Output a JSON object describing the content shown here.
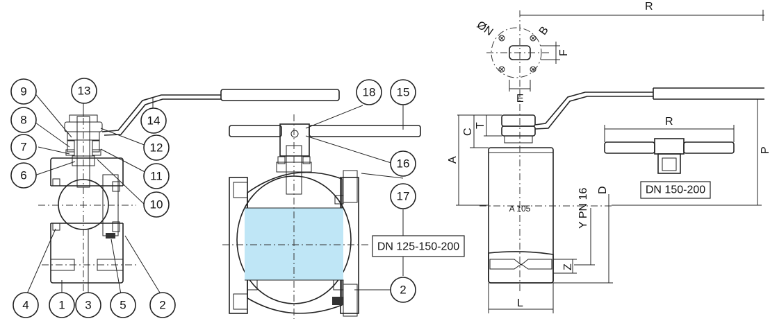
{
  "colors": {
    "body": "#3fc495",
    "ball": "#bfe6f6",
    "stem": "#f3bfd3",
    "packing": "#f2e23c",
    "seal": "#f39a1f",
    "grey": "#9a9a9a",
    "blue": "#2f6fd0"
  },
  "callouts": [
    "1",
    "2",
    "3",
    "4",
    "5",
    "6",
    "7",
    "8",
    "9",
    "10",
    "11",
    "12",
    "13",
    "14",
    "15",
    "16",
    "17",
    "18",
    "2"
  ],
  "notes": {
    "dn_mid": "DN 125-150-200",
    "dn_right": "DN 150-200",
    "a105": "A 105",
    "ypn": "Y PN 16"
  },
  "dims": {
    "R_top": "R",
    "R_small": "R",
    "phiN": "ØN",
    "B": "B",
    "F": "F",
    "E": "E",
    "C": "C",
    "T": "T",
    "A": "A",
    "D": "D",
    "P": "P",
    "Z": "Z",
    "L": "L"
  }
}
